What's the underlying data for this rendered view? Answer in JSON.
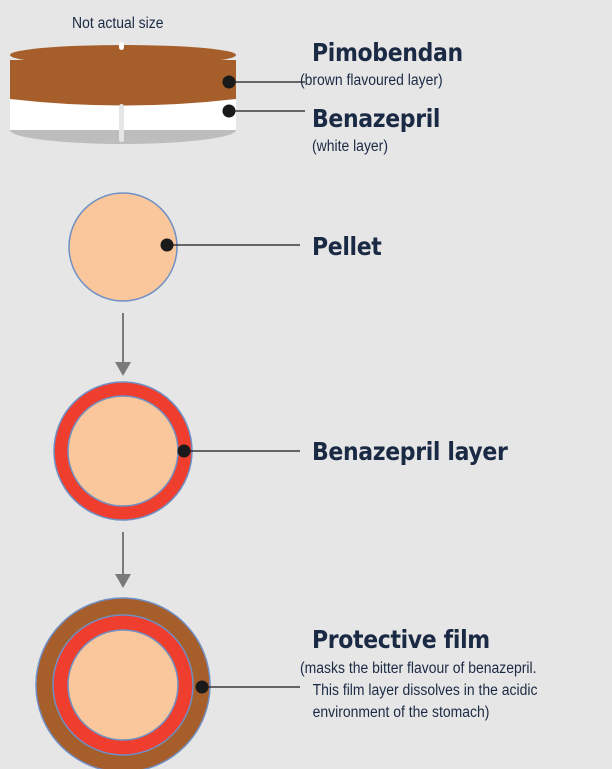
{
  "tablet": {
    "size_note": "Not actual size",
    "top_layer": {
      "name": "Pimobendan",
      "description": "(brown flavoured layer)"
    },
    "bottom_layer": {
      "name": "Benazepril",
      "description": "(white layer)"
    }
  },
  "stages": [
    {
      "name": "Pellet"
    },
    {
      "name": "Benazepril layer"
    },
    {
      "name": "Protective film",
      "description_lines": [
        "(masks the bitter flavour of benazepril.",
        "This film layer dissolves in the acidic",
        "environment of the stomach)"
      ]
    }
  ],
  "colors": {
    "background": "#e6e6e6",
    "brown": "#a65f2b",
    "red": "#ef3e2e",
    "pellet": "#f9c79b",
    "outline": "#6f8fc5",
    "white_layer": "#ffffff",
    "text": "#1b2a44",
    "arrow": "#7a7a7a",
    "connector": "#1a1a1a"
  }
}
